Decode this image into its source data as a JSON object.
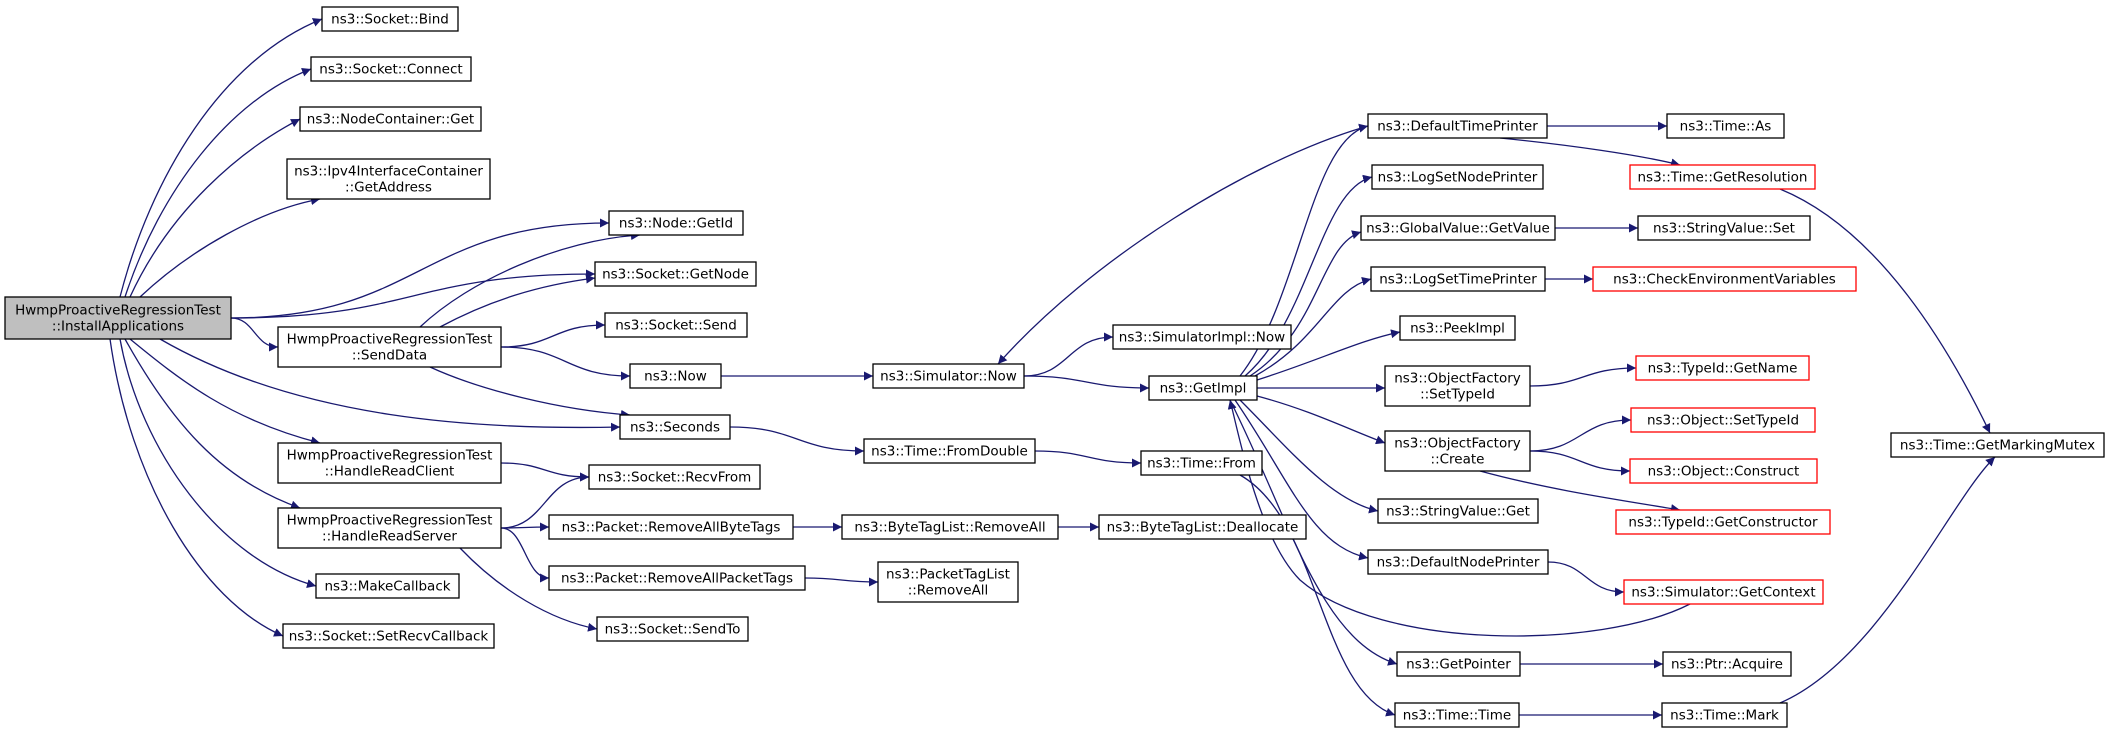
{
  "colors": {
    "edge": "#191970",
    "node_border": "#000000",
    "incomplete_border": "#ff0000",
    "root_fill": "#bfbfbf"
  },
  "nodes": [
    {
      "id": "root",
      "lines": [
        "HwmpProactiveRegressionTest",
        "::InstallApplications"
      ],
      "style": "root"
    },
    {
      "id": "sock_bind",
      "lines": [
        "ns3::Socket::Bind"
      ],
      "style": "normal"
    },
    {
      "id": "sock_connect",
      "lines": [
        "ns3::Socket::Connect"
      ],
      "style": "normal"
    },
    {
      "id": "nodecont_get",
      "lines": [
        "ns3::NodeContainer::Get"
      ],
      "style": "normal"
    },
    {
      "id": "ipv4_getaddr",
      "lines": [
        "ns3::Ipv4InterfaceContainer",
        "::GetAddress"
      ],
      "style": "normal"
    },
    {
      "id": "node_getid",
      "lines": [
        "ns3::Node::GetId"
      ],
      "style": "normal"
    },
    {
      "id": "sock_getnode",
      "lines": [
        "ns3::Socket::GetNode"
      ],
      "style": "normal"
    },
    {
      "id": "senddata",
      "lines": [
        "HwmpProactiveRegressionTest",
        "::SendData"
      ],
      "style": "normal"
    },
    {
      "id": "sock_send",
      "lines": [
        "ns3::Socket::Send"
      ],
      "style": "normal"
    },
    {
      "id": "now",
      "lines": [
        "ns3::Now"
      ],
      "style": "normal"
    },
    {
      "id": "seconds",
      "lines": [
        "ns3::Seconds"
      ],
      "style": "normal"
    },
    {
      "id": "readclient",
      "lines": [
        "HwmpProactiveRegressionTest",
        "::HandleReadClient"
      ],
      "style": "normal"
    },
    {
      "id": "sock_recvfrom",
      "lines": [
        "ns3::Socket::RecvFrom"
      ],
      "style": "normal"
    },
    {
      "id": "readserver",
      "lines": [
        "HwmpProactiveRegressionTest",
        "::HandleReadServer"
      ],
      "style": "normal"
    },
    {
      "id": "pkt_rm_byte",
      "lines": [
        "ns3::Packet::RemoveAllByteTags"
      ],
      "style": "normal"
    },
    {
      "id": "pkt_rm_pkt",
      "lines": [
        "ns3::Packet::RemoveAllPacketTags"
      ],
      "style": "normal"
    },
    {
      "id": "sock_sendto",
      "lines": [
        "ns3::Socket::SendTo"
      ],
      "style": "normal"
    },
    {
      "id": "makecallback",
      "lines": [
        "ns3::MakeCallback"
      ],
      "style": "normal"
    },
    {
      "id": "sock_setrecv",
      "lines": [
        "ns3::Socket::SetRecvCallback"
      ],
      "style": "normal"
    },
    {
      "id": "sim_now",
      "lines": [
        "ns3::Simulator::Now"
      ],
      "style": "normal"
    },
    {
      "id": "time_fromdouble",
      "lines": [
        "ns3::Time::FromDouble"
      ],
      "style": "normal"
    },
    {
      "id": "btl_removeall",
      "lines": [
        "ns3::ByteTagList::RemoveAll"
      ],
      "style": "normal"
    },
    {
      "id": "ptl_removeall",
      "lines": [
        "ns3::PacketTagList",
        "::RemoveAll"
      ],
      "style": "normal"
    },
    {
      "id": "simimpl_now",
      "lines": [
        "ns3::SimulatorImpl::Now"
      ],
      "style": "normal"
    },
    {
      "id": "getimpl",
      "lines": [
        "ns3::GetImpl"
      ],
      "style": "normal"
    },
    {
      "id": "time_from",
      "lines": [
        "ns3::Time::From"
      ],
      "style": "normal"
    },
    {
      "id": "btl_dealloc",
      "lines": [
        "ns3::ByteTagList::Deallocate"
      ],
      "style": "normal"
    },
    {
      "id": "def_timeprinter",
      "lines": [
        "ns3::DefaultTimePrinter"
      ],
      "style": "normal"
    },
    {
      "id": "logsetnodeprinter",
      "lines": [
        "ns3::LogSetNodePrinter"
      ],
      "style": "normal"
    },
    {
      "id": "gv_getvalue",
      "lines": [
        "ns3::GlobalValue::GetValue"
      ],
      "style": "normal"
    },
    {
      "id": "logsettimeprinter",
      "lines": [
        "ns3::LogSetTimePrinter"
      ],
      "style": "normal"
    },
    {
      "id": "peekimpl",
      "lines": [
        "ns3::PeekImpl"
      ],
      "style": "normal"
    },
    {
      "id": "of_settypeid",
      "lines": [
        "ns3::ObjectFactory",
        "::SetTypeId"
      ],
      "style": "normal"
    },
    {
      "id": "of_create",
      "lines": [
        "ns3::ObjectFactory",
        "::Create"
      ],
      "style": "normal"
    },
    {
      "id": "sv_get",
      "lines": [
        "ns3::StringValue::Get"
      ],
      "style": "normal"
    },
    {
      "id": "def_nodeprinter",
      "lines": [
        "ns3::DefaultNodePrinter"
      ],
      "style": "normal"
    },
    {
      "id": "getpointer",
      "lines": [
        "ns3::GetPointer"
      ],
      "style": "normal"
    },
    {
      "id": "time_time",
      "lines": [
        "ns3::Time::Time"
      ],
      "style": "normal"
    },
    {
      "id": "time_as",
      "lines": [
        "ns3::Time::As"
      ],
      "style": "normal"
    },
    {
      "id": "time_getres",
      "lines": [
        "ns3::Time::GetResolution"
      ],
      "style": "red"
    },
    {
      "id": "sv_set",
      "lines": [
        "ns3::StringValue::Set"
      ],
      "style": "normal"
    },
    {
      "id": "checkenv",
      "lines": [
        "ns3::CheckEnvironmentVariables"
      ],
      "style": "red"
    },
    {
      "id": "typeid_getname",
      "lines": [
        "ns3::TypeId::GetName"
      ],
      "style": "red"
    },
    {
      "id": "obj_settypeid",
      "lines": [
        "ns3::Object::SetTypeId"
      ],
      "style": "red"
    },
    {
      "id": "obj_construct",
      "lines": [
        "ns3::Object::Construct"
      ],
      "style": "red"
    },
    {
      "id": "typeid_getctor",
      "lines": [
        "ns3::TypeId::GetConstructor"
      ],
      "style": "red"
    },
    {
      "id": "sim_getcontext",
      "lines": [
        "ns3::Simulator::GetContext"
      ],
      "style": "red"
    },
    {
      "id": "ptr_acquire",
      "lines": [
        "ns3::Ptr::Acquire"
      ],
      "style": "normal"
    },
    {
      "id": "time_mark",
      "lines": [
        "ns3::Time::Mark"
      ],
      "style": "normal"
    },
    {
      "id": "time_getmarkingmutex",
      "lines": [
        "ns3::Time::GetMarkingMutex"
      ],
      "style": "normal"
    }
  ],
  "edges": [
    [
      "root",
      "sock_bind"
    ],
    [
      "root",
      "sock_connect"
    ],
    [
      "root",
      "nodecont_get"
    ],
    [
      "root",
      "ipv4_getaddr"
    ],
    [
      "root",
      "node_getid"
    ],
    [
      "root",
      "sock_getnode"
    ],
    [
      "root",
      "senddata"
    ],
    [
      "root",
      "seconds"
    ],
    [
      "root",
      "readclient"
    ],
    [
      "root",
      "readserver"
    ],
    [
      "root",
      "makecallback"
    ],
    [
      "root",
      "sock_setrecv"
    ],
    [
      "senddata",
      "node_getid"
    ],
    [
      "senddata",
      "sock_getnode"
    ],
    [
      "senddata",
      "sock_send"
    ],
    [
      "senddata",
      "now"
    ],
    [
      "senddata",
      "seconds"
    ],
    [
      "now",
      "sim_now"
    ],
    [
      "seconds",
      "time_fromdouble"
    ],
    [
      "readclient",
      "sock_recvfrom"
    ],
    [
      "readserver",
      "sock_recvfrom"
    ],
    [
      "readserver",
      "pkt_rm_byte"
    ],
    [
      "readserver",
      "pkt_rm_pkt"
    ],
    [
      "readserver",
      "sock_sendto"
    ],
    [
      "pkt_rm_byte",
      "btl_removeall"
    ],
    [
      "pkt_rm_pkt",
      "ptl_removeall"
    ],
    [
      "btl_removeall",
      "btl_dealloc"
    ],
    [
      "sim_now",
      "simimpl_now"
    ],
    [
      "sim_now",
      "getimpl"
    ],
    [
      "time_fromdouble",
      "time_from"
    ],
    [
      "time_from",
      "time_time"
    ],
    [
      "getimpl",
      "def_timeprinter"
    ],
    [
      "getimpl",
      "logsetnodeprinter"
    ],
    [
      "getimpl",
      "gv_getvalue"
    ],
    [
      "getimpl",
      "logsettimeprinter"
    ],
    [
      "getimpl",
      "peekimpl"
    ],
    [
      "getimpl",
      "of_settypeid"
    ],
    [
      "getimpl",
      "of_create"
    ],
    [
      "getimpl",
      "sv_get"
    ],
    [
      "getimpl",
      "def_nodeprinter"
    ],
    [
      "getimpl",
      "getpointer"
    ],
    [
      "def_timeprinter",
      "sim_now"
    ],
    [
      "def_timeprinter",
      "time_as"
    ],
    [
      "def_timeprinter",
      "time_getres"
    ],
    [
      "gv_getvalue",
      "sv_set"
    ],
    [
      "logsettimeprinter",
      "checkenv"
    ],
    [
      "of_settypeid",
      "typeid_getname"
    ],
    [
      "of_create",
      "obj_settypeid"
    ],
    [
      "of_create",
      "obj_construct"
    ],
    [
      "of_create",
      "typeid_getctor"
    ],
    [
      "def_nodeprinter",
      "sim_getcontext"
    ],
    [
      "sim_getcontext",
      "getimpl"
    ],
    [
      "getpointer",
      "ptr_acquire"
    ],
    [
      "time_time",
      "time_mark"
    ],
    [
      "time_mark",
      "time_getmarkingmutex"
    ],
    [
      "time_getres",
      "time_getmarkingmutex"
    ]
  ]
}
